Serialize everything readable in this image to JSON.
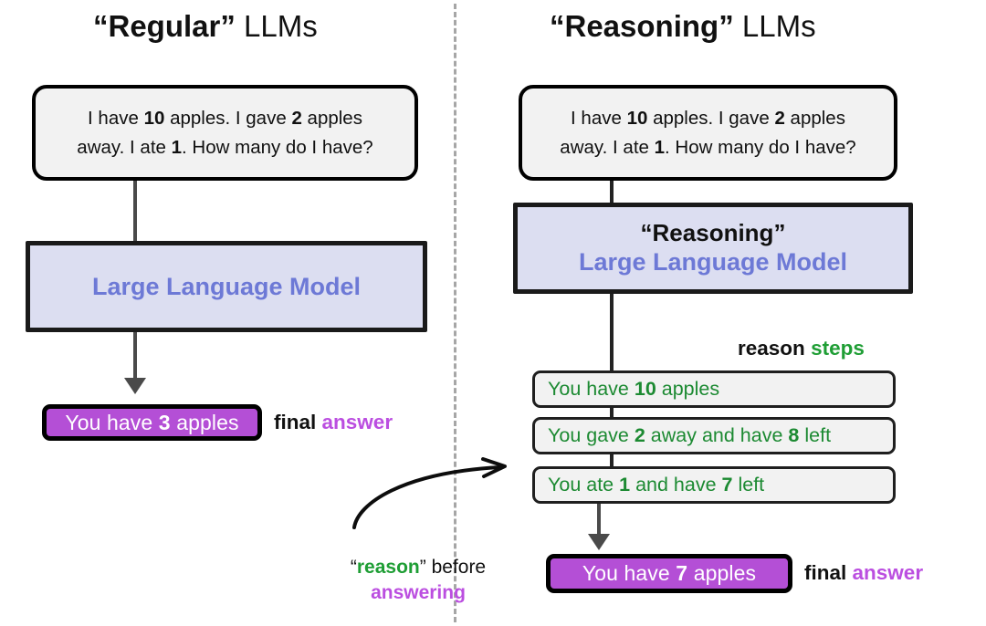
{
  "columns": {
    "left": {
      "title_quoted": "“Regular”",
      "title_rest": " LLMs",
      "prompt_line1_a": "I have ",
      "prompt_line1_b": "10",
      "prompt_line1_c": " apples. I gave ",
      "prompt_line1_d": "2",
      "prompt_line1_e": " apples",
      "prompt_line2_a": "away. I ate ",
      "prompt_line2_b": "1",
      "prompt_line2_c": ". How many do I have?",
      "llm_name": "Large Language Model",
      "answer_a": "You have ",
      "answer_b": "3",
      "answer_c": " apples",
      "caption_black": "final",
      "caption_purple": "answer"
    },
    "right": {
      "title_quoted": "“Reasoning”",
      "title_rest": " LLMs",
      "prompt_line1_a": "I have ",
      "prompt_line1_b": "10",
      "prompt_line1_c": " apples. I gave ",
      "prompt_line1_d": "2",
      "prompt_line1_e": " apples",
      "prompt_line2_a": "away. I ate ",
      "prompt_line2_b": "1",
      "prompt_line2_c": ". How many do I have?",
      "llm_title": "“Reasoning”",
      "llm_name": "Large Language Model",
      "steps_caption_black": "reason",
      "steps_caption_green": "steps",
      "steps": [
        {
          "a": "You have ",
          "b": "10",
          "c": " apples",
          "d": "",
          "e": "",
          "f": ""
        },
        {
          "a": "You gave ",
          "b": "2",
          "c": " away and have ",
          "d": "8",
          "e": " left",
          "f": ""
        },
        {
          "a": "You ate ",
          "b": "1",
          "c": " and have ",
          "d": "7",
          "e": " left",
          "f": ""
        }
      ],
      "answer_a": "You have ",
      "answer_b": "7",
      "answer_c": " apples",
      "caption_black": "final",
      "caption_purple": "answer"
    }
  },
  "annotation": {
    "open_quote": "“",
    "reason_word": "reason",
    "close_quote": "”",
    "before_word": " before",
    "answering_word": "answering"
  },
  "colors": {
    "purple_fill": "#b44fd6",
    "purple_text": "#bb4ee0",
    "green_text": "#1c8a32",
    "green_accent": "#1f9e35",
    "llm_blue_text": "#6d79d6",
    "llm_box_fill": "#dcdef1",
    "box_fill_gray": "#f2f2f2",
    "border_black": "#000000",
    "connector_gray": "#4a4a4a",
    "divider_gray": "#a6a6a6"
  }
}
